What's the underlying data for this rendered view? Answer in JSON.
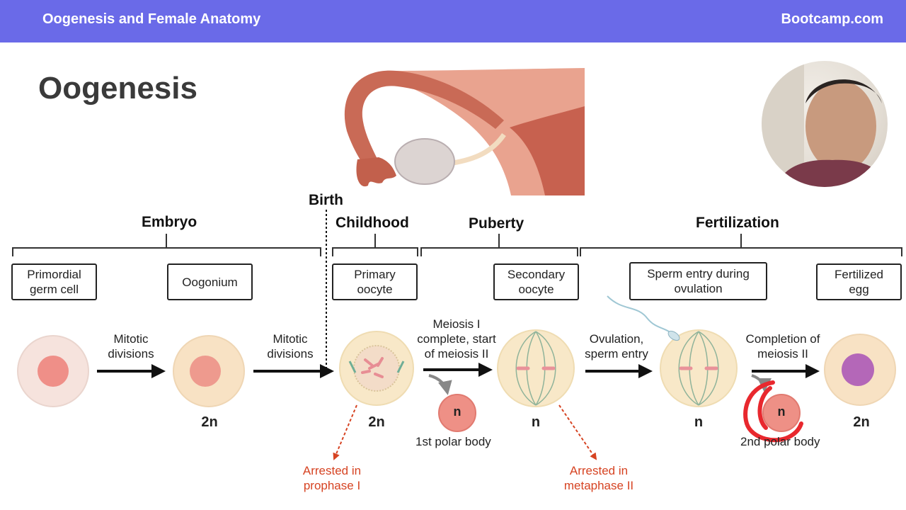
{
  "header": {
    "course_title": "Oogenesis and Female Anatomy",
    "brand": "Bootcamp.com"
  },
  "slide": {
    "title": "Oogenesis"
  },
  "diagram": {
    "birth_label": "Birth",
    "stages": {
      "embryo": "Embryo",
      "childhood": "Childhood",
      "puberty": "Puberty",
      "fertilization": "Fertilization"
    },
    "cell_boxes": {
      "primordial_line1": "Primordial",
      "primordial_line2": "germ cell",
      "oogonium": "Oogonium",
      "primary_line1": "Primary",
      "primary_line2": "oocyte",
      "secondary_line1": "Secondary",
      "secondary_line2": "oocyte",
      "sperm_line1": "Sperm entry during",
      "sperm_line2": "ovulation",
      "fertilized_line1": "Fertilized",
      "fertilized_line2": "egg"
    },
    "arrows": {
      "mitotic1_line1": "Mitotic",
      "mitotic1_line2": "divisions",
      "mitotic2_line1": "Mitotic",
      "mitotic2_line2": "divisions",
      "meiosis1_line1": "Meiosis I",
      "meiosis1_line2": "complete, start",
      "meiosis1_line3": "of meiosis II",
      "ovulation_line1": "Ovulation,",
      "ovulation_line2": "sperm entry",
      "completion_line1": "Completion of",
      "completion_line2": "meiosis II"
    },
    "ploidy": {
      "oogonium": "2n",
      "primary": "2n",
      "secondary": "n",
      "sperm_entry": "n",
      "fertilized": "2n",
      "polar1": "n",
      "polar2": "n"
    },
    "polar_bodies": {
      "first": "1st polar body",
      "second": "2nd polar body"
    },
    "arrests": {
      "prophase_line1": "Arrested in",
      "prophase_line2": "prophase I",
      "metaphase_line1": "Arrested in",
      "metaphase_line2": "metaphase II"
    },
    "colors": {
      "header_bg": "#6a6ae8",
      "arrest_red": "#d64322",
      "annotation_red": "#e8282e"
    }
  }
}
